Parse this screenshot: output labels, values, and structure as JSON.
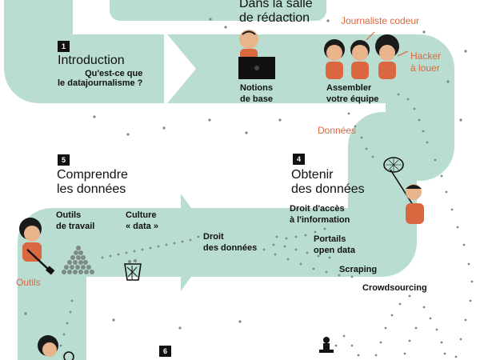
{
  "colors": {
    "path": "#b9ddd1",
    "accent": "#d9673f",
    "ink": "#111111",
    "dots": "#7c8b86",
    "skin": "#e8b48c",
    "hair": "#1a1a1a"
  },
  "steps": {
    "step1": {
      "number": "1",
      "title": "Introduction",
      "subtitle": "Qu'est-ce que\nle datajournalisme ?"
    },
    "step2": {
      "title": "Dans la salle\nde rédaction",
      "items": {
        "base": "Notions\nde base",
        "team": "Assembler\nvotre équipe"
      }
    },
    "step4": {
      "number": "4",
      "title": "Obtenir\ndes données",
      "items": {
        "access": "Droit d'accès\nà l'information",
        "portals": "Portails\nopen data",
        "scraping": "Scraping",
        "crowd": "Crowdsourcing"
      }
    },
    "step5": {
      "number": "5",
      "title": "Comprendre\nles données",
      "items": {
        "tools": "Outils\nde travail",
        "culture": "Culture\n« data »",
        "rights": "Droit\ndes données"
      }
    },
    "step6": {
      "number": "6"
    }
  },
  "annotations": {
    "coder": "Journaliste codeur",
    "hacker": "Hacker\nà louer",
    "data": "Données",
    "tools": "Outils"
  },
  "icons": [
    "book-icon",
    "laptop-icon",
    "person-icon",
    "butterfly-net-icon",
    "shovel-icon",
    "wastebasket-icon",
    "magnifier-icon"
  ]
}
